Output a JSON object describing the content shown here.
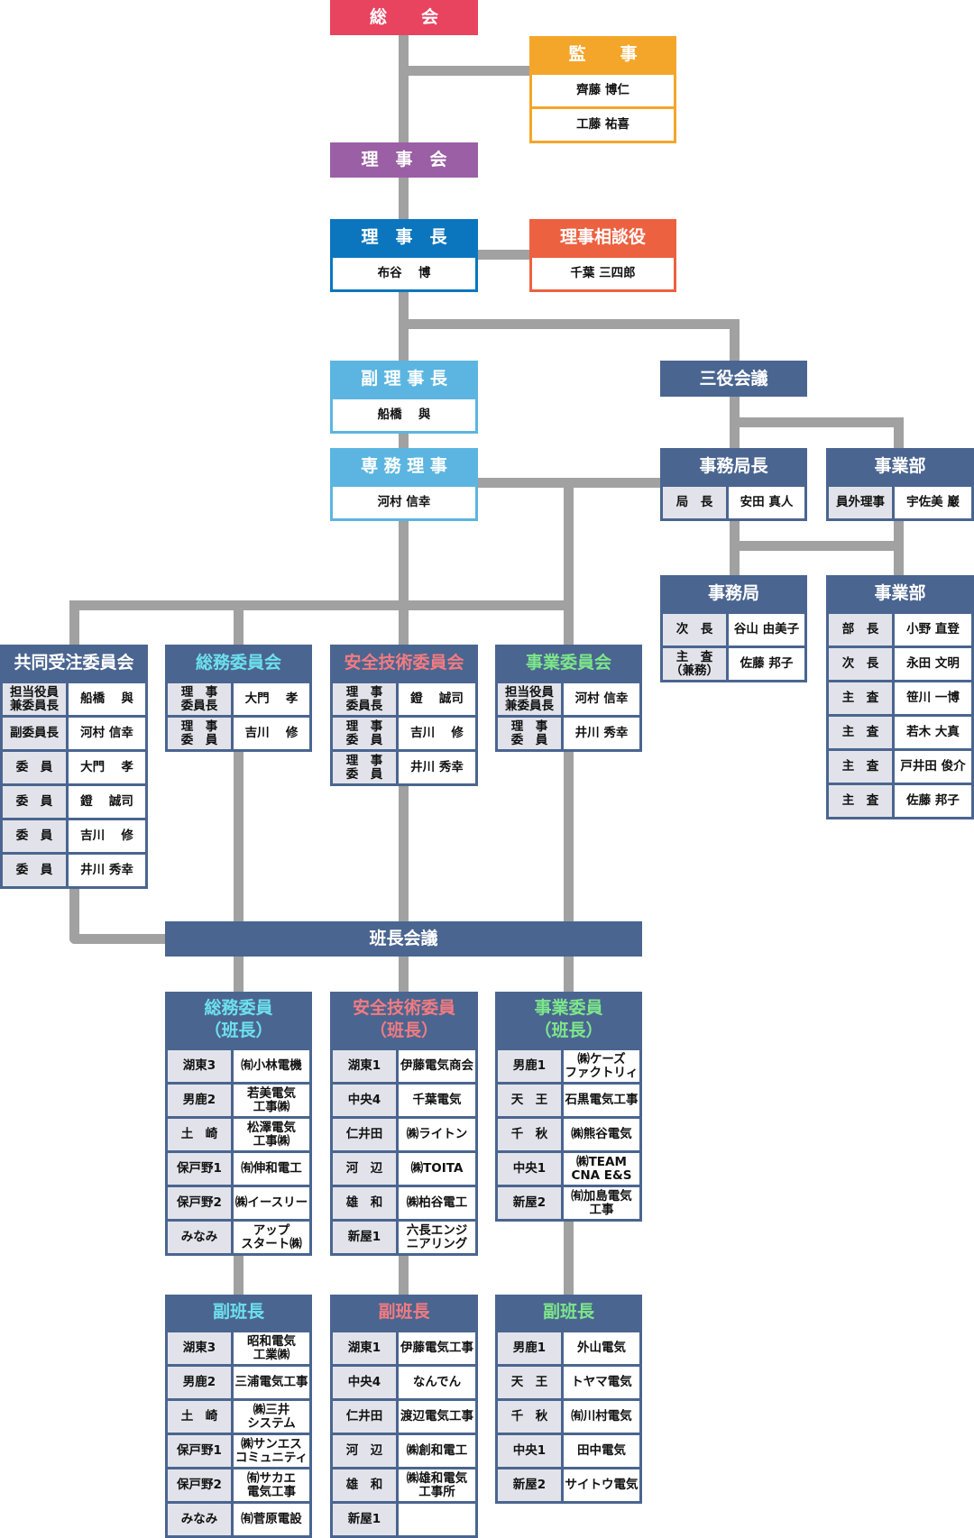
{
  "colors": {
    "navy": "#4a6590",
    "connector": "#a0a1a0",
    "label_bg": "#e2e3ea"
  },
  "boxes": [
    {
      "id": "sokai",
      "title": "総　　会",
      "header_bg": "#e8435f",
      "title_color": "#ffffff"
    },
    {
      "id": "kanji",
      "title": "監　　事",
      "header_bg": "#f4a62a",
      "title_color": "#ffffff",
      "rows": [
        "齊藤 博仁",
        "工藤 祐喜"
      ]
    },
    {
      "id": "rijikai",
      "title": "理　事　会",
      "header_bg": "#9b5fa5",
      "title_color": "#ffffff"
    },
    {
      "id": "rijicho",
      "title": "理　事　長",
      "header_bg": "#0b76be",
      "title_color": "#ffffff",
      "rows": [
        "布谷　 博"
      ]
    },
    {
      "id": "sodanyaku",
      "title": "理事相談役",
      "header_bg": "#ec6140",
      "title_color": "#ffffff",
      "rows": [
        "千葉 三四郎"
      ]
    },
    {
      "id": "fukurijicho",
      "title": "副 理 事 長",
      "header_bg": "#5bb5e0",
      "title_color": "#ffffff",
      "rows": [
        "船橋　 與"
      ]
    },
    {
      "id": "senmu",
      "title": "専 務 理 事",
      "header_bg": "#5bb5e0",
      "title_color": "#ffffff",
      "rows": [
        "河村 信幸"
      ]
    },
    {
      "id": "sanyaku",
      "title": "三役会議",
      "header_bg": "#4a6590",
      "title_color": "#ffffff"
    },
    {
      "id": "jimukyokucho",
      "title": "事務局長",
      "header_bg": "#4a6590",
      "title_color": "#ffffff",
      "rows": [
        [
          "局　長",
          "安田 真人"
        ]
      ]
    },
    {
      "id": "jigyobu1",
      "title": "事業部",
      "header_bg": "#4a6590",
      "title_color": "#ffffff",
      "rows": [
        [
          "員外理事",
          "宇佐美 巖"
        ]
      ]
    },
    {
      "id": "jimukyoku",
      "title": "事務局",
      "header_bg": "#4a6590",
      "title_color": "#ffffff",
      "rows": [
        [
          "次　長",
          "谷山 由美子"
        ],
        [
          "主　査\n（兼務）",
          "佐藤 邦子"
        ]
      ]
    },
    {
      "id": "jigyobu2",
      "title": "事業部",
      "header_bg": "#4a6590",
      "title_color": "#ffffff",
      "rows": [
        [
          "部　長",
          "小野 直登"
        ],
        [
          "次　長",
          "永田 文明"
        ],
        [
          "主　査",
          "笹川 一博"
        ],
        [
          "主　査",
          "若木 大真"
        ],
        [
          "主　査",
          "戸井田 俊介"
        ],
        [
          "主　査",
          "佐藤 邦子"
        ]
      ]
    },
    {
      "id": "kyodo",
      "title": "共同受注委員会",
      "header_bg": "#4a6590",
      "title_color": "#ffffff",
      "rows": [
        [
          "担当役員\n兼委員長",
          "船橋　 與"
        ],
        [
          "副委員長",
          "河村 信幸"
        ],
        [
          "委　員",
          "大門　 孝"
        ],
        [
          "委　員",
          "鐙　 誠司"
        ],
        [
          "委　員",
          "吉川　 修"
        ],
        [
          "委　員",
          "井川 秀幸"
        ]
      ]
    },
    {
      "id": "somu",
      "title": "総務委員会",
      "header_bg": "#4a6590",
      "title_color": "#6de0ee",
      "rows": [
        [
          "理　事\n委員長",
          "大門　 孝"
        ],
        [
          "理　事\n委　員",
          "吉川　 修"
        ]
      ]
    },
    {
      "id": "anzen",
      "title": "安全技術委員会",
      "header_bg": "#4a6590",
      "title_color": "#f27b80",
      "rows": [
        [
          "理　事\n委員長",
          "鐙　 誠司"
        ],
        [
          "理　事\n委　員",
          "吉川　 修"
        ],
        [
          "理　事\n委　員",
          "井川 秀幸"
        ]
      ]
    },
    {
      "id": "jigyo",
      "title": "事業委員会",
      "header_bg": "#4a6590",
      "title_color": "#7de68a",
      "rows": [
        [
          "担当役員\n兼委員長",
          "河村 信幸"
        ],
        [
          "理　事\n委　員",
          "井川 秀幸"
        ]
      ]
    },
    {
      "id": "hancho_kaigi",
      "title": "班長会議",
      "header_bg": "#4a6590",
      "title_color": "#ffffff"
    },
    {
      "id": "somu_han",
      "title": "総務委員\n（班長）",
      "header_bg": "#4a6590",
      "title_color": "#6de0ee",
      "rows": [
        [
          "湖東3",
          "㈲小林電機"
        ],
        [
          "男鹿2",
          "若美電気\n工事㈱"
        ],
        [
          "土　崎",
          "松澤電気\n工事㈱"
        ],
        [
          "保戸野1",
          "㈲伸和電工"
        ],
        [
          "保戸野2",
          "㈱イースリー"
        ],
        [
          "みなみ",
          "アップ\nスタート㈱"
        ]
      ]
    },
    {
      "id": "anzen_han",
      "title": "安全技術委員\n（班長）",
      "header_bg": "#4a6590",
      "title_color": "#f27b80",
      "rows": [
        [
          "湖東1",
          "伊藤電気商会"
        ],
        [
          "中央4",
          "千葉電気"
        ],
        [
          "仁井田",
          "㈱ライトン"
        ],
        [
          "河　辺",
          "㈱TOITA"
        ],
        [
          "雄　和",
          "㈱柏谷電工"
        ],
        [
          "新屋1",
          "六長エンジ\nニアリング"
        ]
      ]
    },
    {
      "id": "jigyo_han",
      "title": "事業委員\n（班長）",
      "header_bg": "#4a6590",
      "title_color": "#7de68a",
      "rows": [
        [
          "男鹿1",
          "㈱ケーズ\nファクトリィ"
        ],
        [
          "天　王",
          "石黒電気工事"
        ],
        [
          "千　秋",
          "㈱熊谷電気"
        ],
        [
          "中央1",
          "㈱TEAM\nCNA E&S"
        ],
        [
          "新屋2",
          "㈲加島電気\n工事"
        ]
      ]
    },
    {
      "id": "somu_fuku",
      "title": "副班長",
      "header_bg": "#4a6590",
      "title_color": "#6de0ee",
      "rows": [
        [
          "湖東3",
          "昭和電気\n工業㈱"
        ],
        [
          "男鹿2",
          "三浦電気工事"
        ],
        [
          "土　崎",
          "㈱三井\nシステム"
        ],
        [
          "保戸野1",
          "㈱サンエス\nコミュニティ"
        ],
        [
          "保戸野2",
          "㈲サカエ\n電気工事"
        ],
        [
          "みなみ",
          "㈲菅原電設"
        ]
      ]
    },
    {
      "id": "anzen_fuku",
      "title": "副班長",
      "header_bg": "#4a6590",
      "title_color": "#f27b80",
      "rows": [
        [
          "湖東1",
          "伊藤電気工事"
        ],
        [
          "中央4",
          "なんでん"
        ],
        [
          "仁井田",
          "渡辺電気工事"
        ],
        [
          "河　辺",
          "㈱創和電工"
        ],
        [
          "雄　和",
          "㈱雄和電気\n工事所"
        ],
        [
          "新屋1",
          ""
        ]
      ]
    },
    {
      "id": "jigyo_fuku",
      "title": "副班長",
      "header_bg": "#4a6590",
      "title_color": "#7de68a",
      "rows": [
        [
          "男鹿1",
          "外山電気"
        ],
        [
          "天　王",
          "トヤマ電気"
        ],
        [
          "千　秋",
          "㈲川村電気"
        ],
        [
          "中央1",
          "田中電気"
        ],
        [
          "新屋2",
          "サイトウ電気"
        ]
      ]
    }
  ]
}
